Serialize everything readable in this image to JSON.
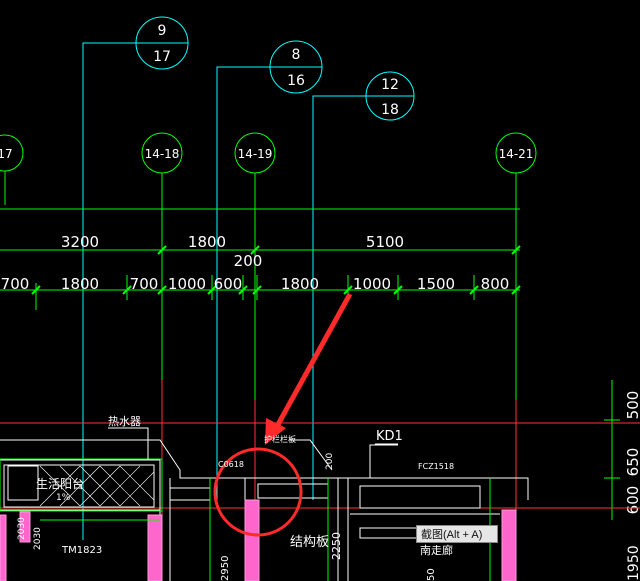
{
  "detail_callouts": [
    {
      "top": "9",
      "bottom": "17"
    },
    {
      "top": "8",
      "bottom": "16"
    },
    {
      "top": "12",
      "bottom": "18"
    }
  ],
  "axis_labels": [
    "17",
    "14-18",
    "14-19",
    "14-21"
  ],
  "dimensions": {
    "row1": [
      "3200",
      "1800",
      "5100"
    ],
    "mid": "200",
    "row2": [
      "700",
      "1800",
      "700",
      "1000",
      "600",
      "1800",
      "1000",
      "1500",
      "800"
    ],
    "right_vertical": [
      "500",
      "600",
      "650"
    ],
    "bottom_vertical": [
      "2250",
      "2950",
      "1950",
      "50"
    ]
  },
  "labels": {
    "water_heater": "热水器",
    "kd1": "KD1",
    "fcz": "FCZ1518",
    "c0618": "C0618",
    "railing": "护栏栏板",
    "v200": "200",
    "balcony": "生活阳台",
    "slope": "1%",
    "tm": "TM1823",
    "structure_board": "结构板",
    "corridor": "南走廊",
    "frame_l": "2030"
  },
  "tooltip": "截图(Alt + A)",
  "colors": {
    "background": "#000000",
    "dimension": "#00ff00",
    "leader": "#00ffff",
    "wall": "#ff3333",
    "column": "#ff66cc",
    "arrow": "#ff2a2a",
    "text": "#ffffff",
    "axis_text": "#ffffff"
  }
}
